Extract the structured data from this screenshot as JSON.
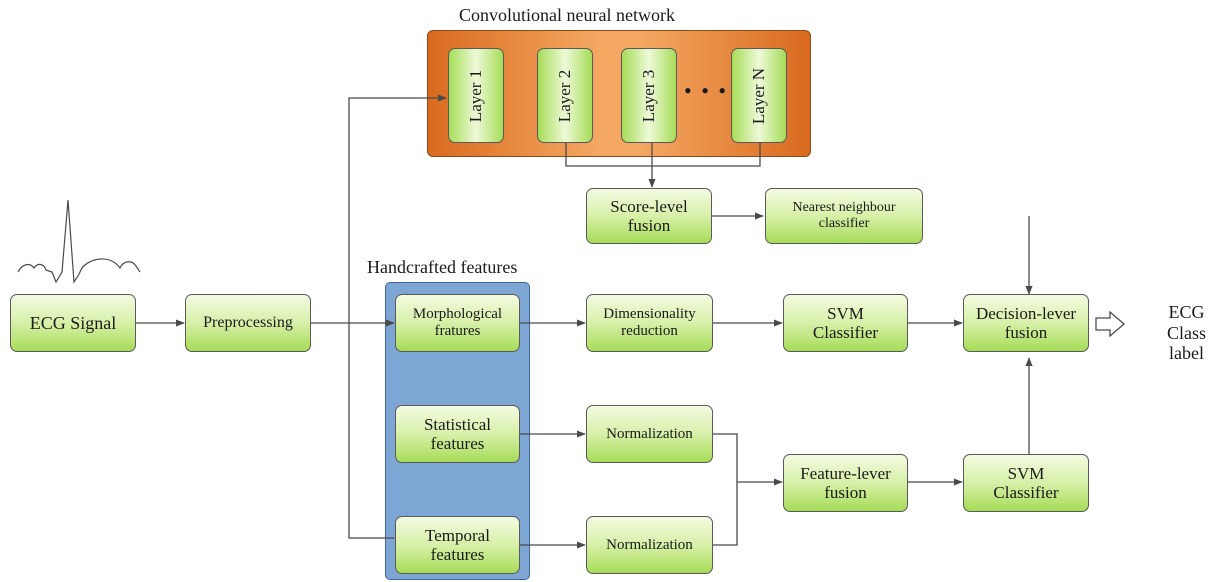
{
  "captions": {
    "cnn": "Convolutional neural network",
    "handcrafted": "Handcrafted features",
    "output": "ECG\nClass label"
  },
  "cnn_layers": [
    "Layer 1",
    "Layer 2",
    "Layer 3",
    "Layer N"
  ],
  "cnn_ellipsis": "• • •",
  "boxes": {
    "ecg_signal": "ECG Signal",
    "preprocessing": "Preprocessing",
    "morphological": "Morphological\nfratures",
    "statistical": "Statistical\nfeatures",
    "temporal": "Temporal\nfeatures",
    "dimensionality": "Dimensionality\nreduction",
    "normalization_1": "Normalization",
    "normalization_2": "Normalization",
    "score_fusion": "Score-level\nfusion",
    "nearest_neighbour": "Nearest neighbour\nclassifier",
    "svm_top": "SVM\nClassifier",
    "svm_bottom": "SVM\nClassifier",
    "feature_fusion": "Feature-lever\nfusion",
    "decision_fusion": "Decision-lever\nfusion"
  },
  "colors": {
    "box_gradient_top": "#f3fbe2",
    "box_gradient_bottom": "#a6dc58",
    "cnn_panel": "#f4a862",
    "cnn_panel_edge": "#d96a1f",
    "handcrafted_panel": "#7ea6d5",
    "line": "#4a4a4a"
  }
}
